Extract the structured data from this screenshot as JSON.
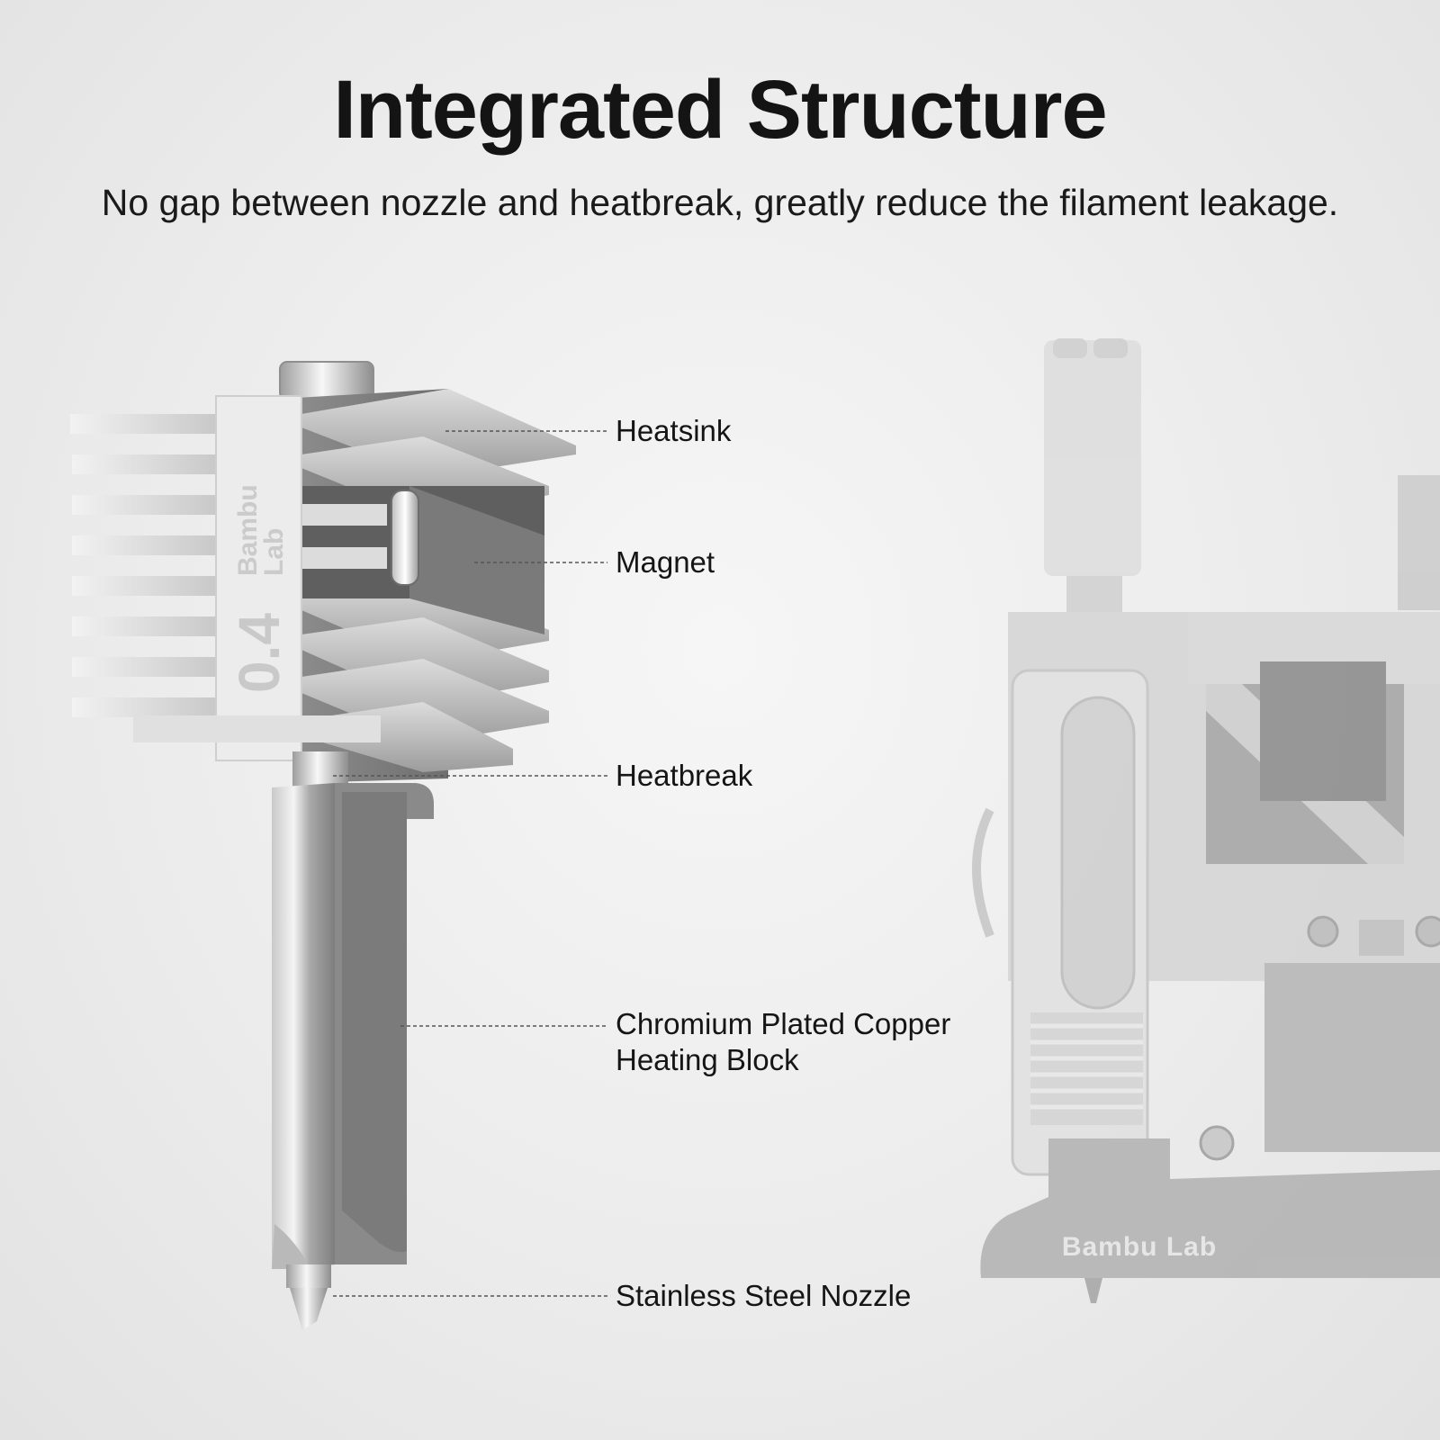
{
  "header": {
    "title": "Integrated Structure",
    "subtitle": "No gap between nozzle and heatbreak, greatly reduce the filament leakage."
  },
  "callouts": [
    {
      "id": "heatsink",
      "label": "Heatsink"
    },
    {
      "id": "magnet",
      "label": "Magnet"
    },
    {
      "id": "heatbreak",
      "label": "Heatbreak"
    },
    {
      "id": "heating-block",
      "label_line1": "Chromium Plated Copper",
      "label_line2": "Heating Block"
    },
    {
      "id": "nozzle",
      "label": "Stainless Steel Nozzle"
    }
  ],
  "product_markings": {
    "nozzle_size": "0.4",
    "brand_line1": "Bambu",
    "brand_line2": "Lab",
    "toolhead_brand": "Bambu Lab"
  },
  "colors": {
    "background": "#ececec",
    "text": "#141414",
    "leader_line": "#555555",
    "metal_light": "#d9d9d9",
    "metal_dark": "#8a8a8a",
    "toolhead": "#cfcfcf"
  }
}
